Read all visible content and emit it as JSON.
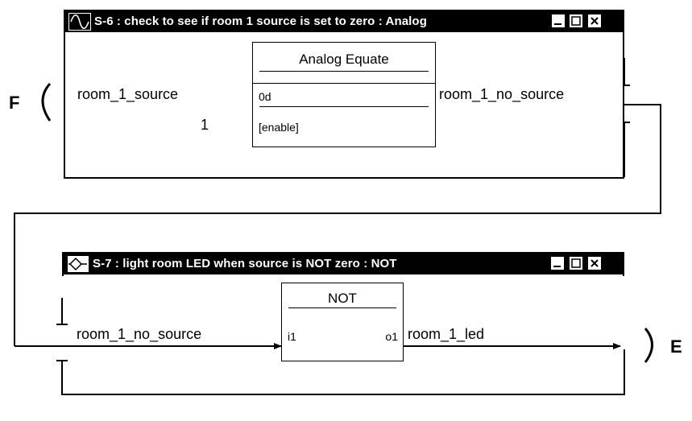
{
  "colors": {
    "titlebar": "#000000",
    "background": "#ffffff",
    "line": "#000000"
  },
  "windows": [
    {
      "title": "S-6 : check to see if room 1 source is set to zero : Analog",
      "icon": "sine-wave-icon",
      "block": {
        "name": "Analog Equate",
        "inputs": [
          "0d",
          "[enable]"
        ]
      },
      "inputs": [
        "room_1_source",
        "1"
      ],
      "output": "room_1_no_source"
    },
    {
      "title": "S-7 : light room LED when source is NOT zero : NOT",
      "icon": "logic-gate-icon",
      "block": {
        "name": "NOT",
        "input": "i1",
        "output": "o1"
      },
      "input": "room_1_no_source",
      "output": "room_1_led"
    }
  ],
  "connectors": {
    "left": "F",
    "right": "E"
  }
}
